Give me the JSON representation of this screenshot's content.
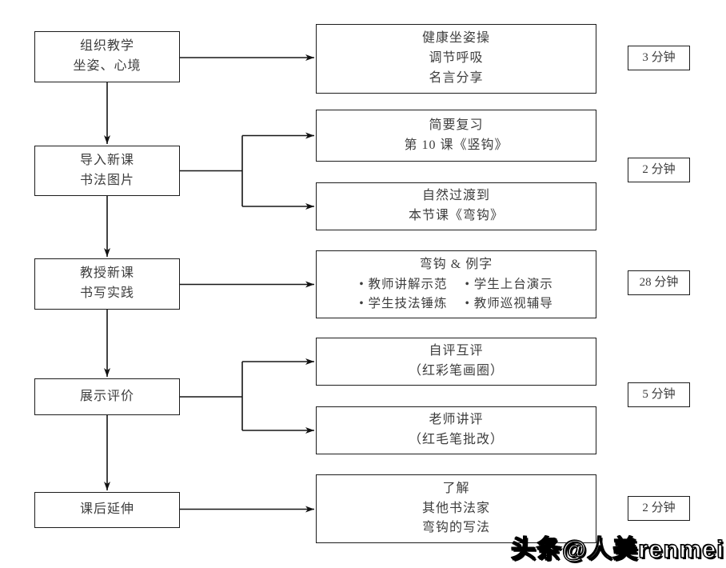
{
  "diagram": {
    "stages": [
      {
        "lines": [
          "组织教学",
          "坐姿、心境"
        ]
      },
      {
        "lines": [
          "导入新课",
          "书法图片"
        ]
      },
      {
        "lines": [
          "教授新课",
          "书写实践"
        ]
      },
      {
        "lines": [
          "展示评价"
        ]
      },
      {
        "lines": [
          "课后延伸"
        ]
      }
    ],
    "details": [
      {
        "lines": [
          "健康坐姿操",
          "调节呼吸",
          "名言分享"
        ]
      },
      {
        "lines": [
          "简要复习",
          "第 10 课《竖钩》"
        ]
      },
      {
        "lines": [
          "自然过渡到",
          "本节课《弯钩》"
        ]
      },
      {
        "title": "弯钩 & 例字",
        "bullets": [
          "• 教师讲解示范",
          "• 学生上台演示",
          "• 学生技法锤炼",
          "• 教师巡视辅导"
        ]
      },
      {
        "lines": [
          "自评互评",
          "（红彩笔画圈）"
        ]
      },
      {
        "lines": [
          "老师讲评",
          "（红毛笔批改）"
        ]
      },
      {
        "lines": [
          "了解",
          "其他书法家",
          "弯钩的写法"
        ]
      }
    ],
    "durations": [
      "3 分钟",
      "2 分钟",
      "28 分钟",
      "5 分钟",
      "2 分钟"
    ]
  },
  "watermark": "头条@人美renmei"
}
